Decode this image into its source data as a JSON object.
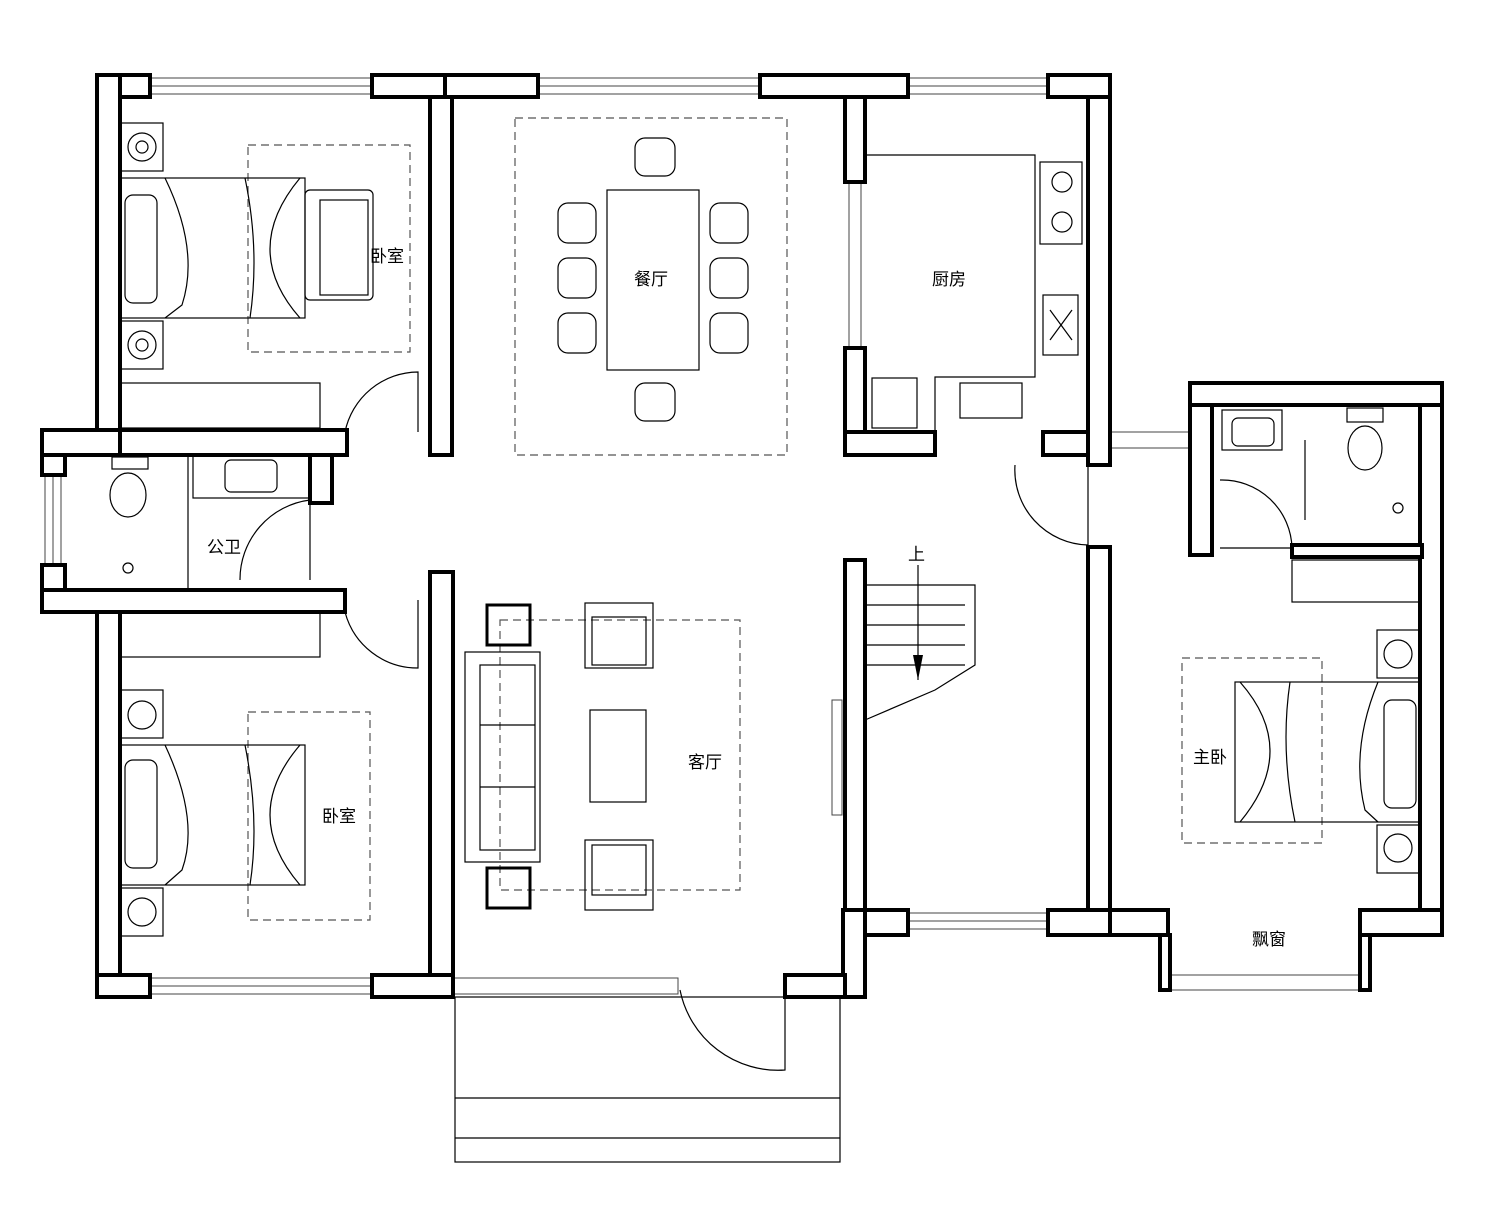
{
  "rooms": {
    "bedroom_top": "卧室",
    "dining": "餐厅",
    "kitchen": "厨房",
    "bathroom_public": "公卫",
    "bedroom_bottom": "卧室",
    "living": "客厅",
    "stairs_up": "上",
    "master_bedroom": "主卧",
    "bay_window": "飘窗"
  }
}
